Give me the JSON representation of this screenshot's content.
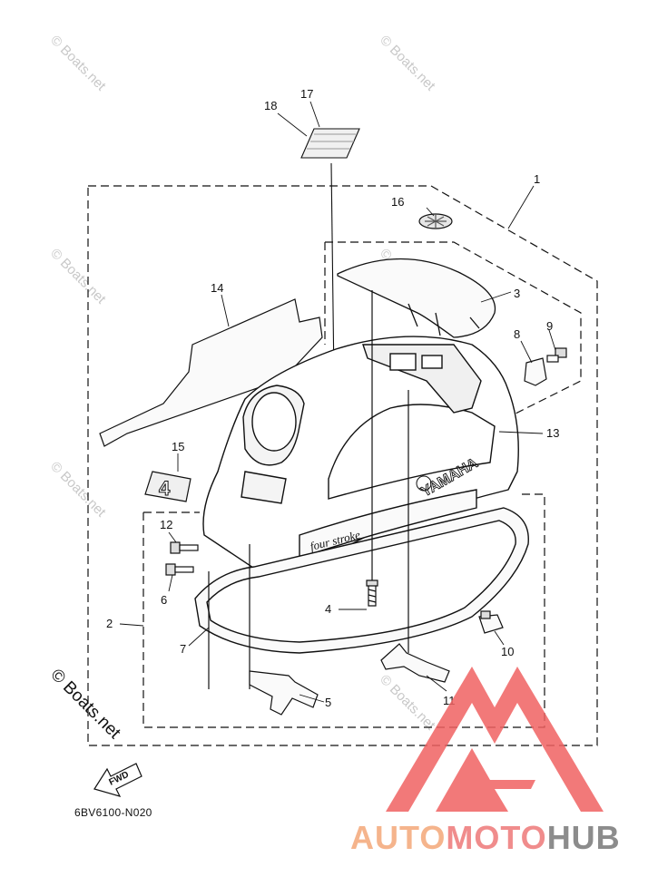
{
  "diagram": {
    "part_code": "6BV6100-N020",
    "fwd_label": "FWD",
    "decal_brand": "YAMAHA",
    "decal_model": "four stroke",
    "callouts": {
      "c1": "1",
      "c2": "2",
      "c3": "3",
      "c4": "4",
      "c5": "5",
      "c6": "6",
      "c7": "7",
      "c8": "8",
      "c9": "9",
      "c10": "10",
      "c11": "11",
      "c12": "12",
      "c13": "13",
      "c14": "14",
      "c15": "15",
      "c16": "16",
      "c17": "17",
      "c18": "18"
    }
  },
  "watermark": {
    "text": "© Boats.net"
  },
  "logo": {
    "part1": "AUTO",
    "part2": "MOTO",
    "part3": "HUB",
    "color_auto": "#f5b48c",
    "color_moto": "#f08c8c",
    "color_hub": "#8c8c8c",
    "triangle_color": "#f06262"
  }
}
